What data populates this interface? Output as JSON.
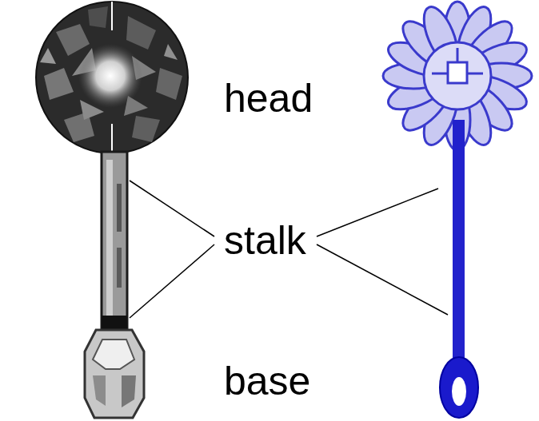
{
  "diagram": {
    "labels": [
      "head",
      "stalk",
      "base"
    ]
  }
}
